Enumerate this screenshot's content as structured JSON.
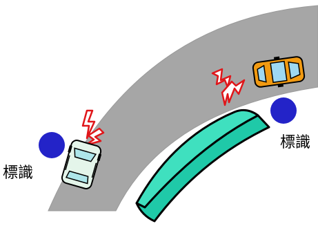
{
  "scene": {
    "colors": {
      "road": "#a6a6a6",
      "road_edge": "#9a9a9a",
      "barrier_top": "#3fe0bf",
      "barrier_front": "#1fc9a8",
      "barrier_outline": "#000000",
      "sign": "#2323c8",
      "signal_arrow": "#e0161a",
      "car_near_body": "#e4f5ea",
      "car_near_glass": "#aee6ea",
      "car_far_body": "#f19a12",
      "car_far_glass": "#9ed8f2"
    },
    "signs": [
      {
        "name": "sign-left",
        "label": "標識"
      },
      {
        "name": "sign-right",
        "label": "標識"
      }
    ],
    "icons": [
      "road",
      "barrier",
      "car-near-icon",
      "car-far-icon",
      "signal-arrow-icon"
    ]
  }
}
